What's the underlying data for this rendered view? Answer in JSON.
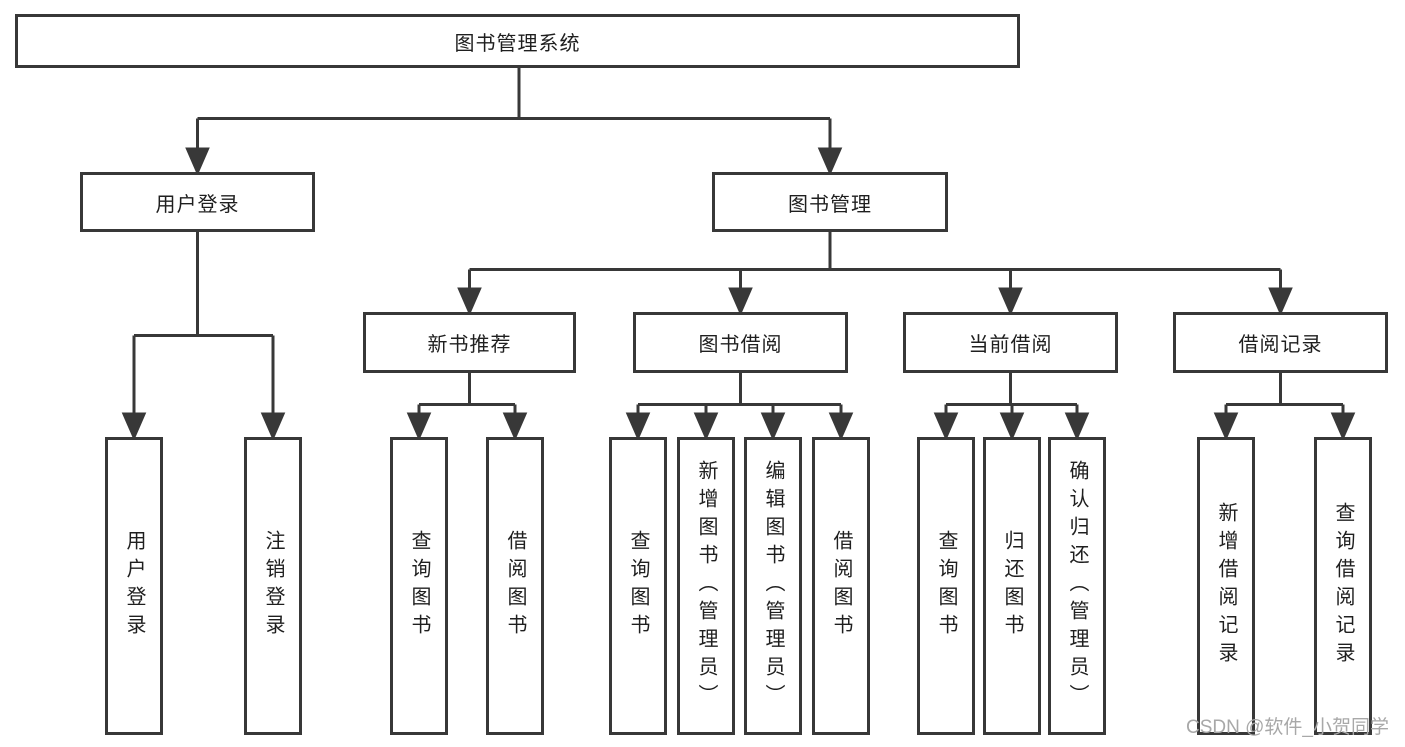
{
  "nodes": {
    "root": "图书管理系统",
    "user_login": "用户登录",
    "book_mgmt": "图书管理",
    "new_book_rec": "新书推荐",
    "book_borrow": "图书借阅",
    "current_borrow": "当前借阅",
    "borrow_records": "借阅记录",
    "user_login_leaf": "用户登录",
    "logout_leaf": "注销登录",
    "nb_query": "查询图书",
    "nb_borrow": "借阅图书",
    "bb_query": "查询图书",
    "bb_add": "新增图书（管理员）",
    "bb_edit": "编辑图书（管理员）",
    "bb_borrow": "借阅图书",
    "cb_query": "查询图书",
    "cb_return": "归还图书",
    "cb_confirm": "确认归还（管理员）",
    "br_add": "新增借阅记录",
    "br_query": "查询借阅记录"
  },
  "hierarchy": {
    "图书管理系统": [
      "用户登录",
      "图书管理"
    ],
    "用户登录": [
      "用户登录",
      "注销登录"
    ],
    "图书管理": [
      "新书推荐",
      "图书借阅",
      "当前借阅",
      "借阅记录"
    ],
    "新书推荐": [
      "查询图书",
      "借阅图书"
    ],
    "图书借阅": [
      "查询图书",
      "新增图书（管理员）",
      "编辑图书（管理员）",
      "借阅图书"
    ],
    "当前借阅": [
      "查询图书",
      "归还图书",
      "确认归还（管理员）"
    ],
    "借阅记录": [
      "新增借阅记录",
      "查询借阅记录"
    ]
  },
  "watermark": "CSDN @软件_小贺同学",
  "colors": {
    "line": "#383838",
    "text": "#1f1f1f",
    "watermark": "#a8a8a8",
    "background": "#ffffff"
  }
}
